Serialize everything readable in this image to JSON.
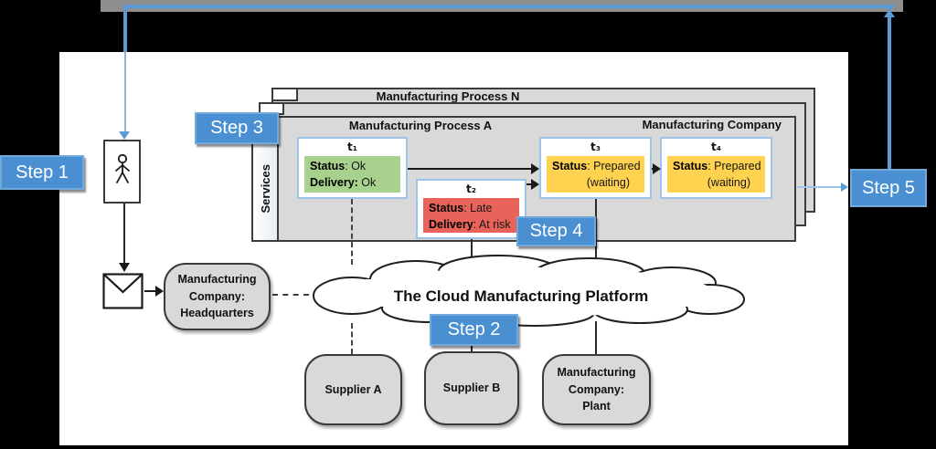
{
  "colors": {
    "step_blue": "#4a8fd2",
    "connector_blue": "#5b9bd5",
    "task_border_blue": "#9dc3e6",
    "status_green": "#a9d18e",
    "status_red": "#e8645a",
    "status_yellow": "#ffd24f",
    "panel_gray": "#d9d9d9"
  },
  "steps": {
    "s1": "Step 1",
    "s2": "Step 2",
    "s3": "Step 3",
    "s4": "Step 4",
    "s5": "Step 5"
  },
  "panels": {
    "back_title": "Manufacturing Process N",
    "front_title": "Manufacturing Process A",
    "company_label": "Manufacturing Company",
    "services_label": "Services"
  },
  "tasks": {
    "t1": {
      "title": "t₁",
      "l1_label": "Status",
      "l1_value": ": Ok",
      "l2_label": "Delivery:",
      "l2_value": " Ok"
    },
    "t2": {
      "title": "t₂",
      "l1_label": "Status",
      "l1_value": ": Late",
      "l2_label": "Delivery",
      "l2_value": ": At risk"
    },
    "t3": {
      "title": "t₃",
      "l1_label": "Status",
      "l1_value": ": Prepared",
      "l2_value": "(waiting)"
    },
    "t4": {
      "title": "t₄",
      "l1_label": "Status",
      "l1_value": ": Prepared",
      "l2_value": "(waiting)"
    }
  },
  "cloud": {
    "title": "The Cloud Manufacturing Platform"
  },
  "nodes": {
    "headquarters": {
      "l1": "Manufacturing",
      "l2": "Company:",
      "l3": "Headquarters"
    },
    "supplier_a": {
      "l1": "Supplier A"
    },
    "supplier_b": {
      "l1": "Supplier B"
    },
    "plant": {
      "l1": "Manufacturing",
      "l2": "Company:",
      "l3": "Plant"
    }
  }
}
